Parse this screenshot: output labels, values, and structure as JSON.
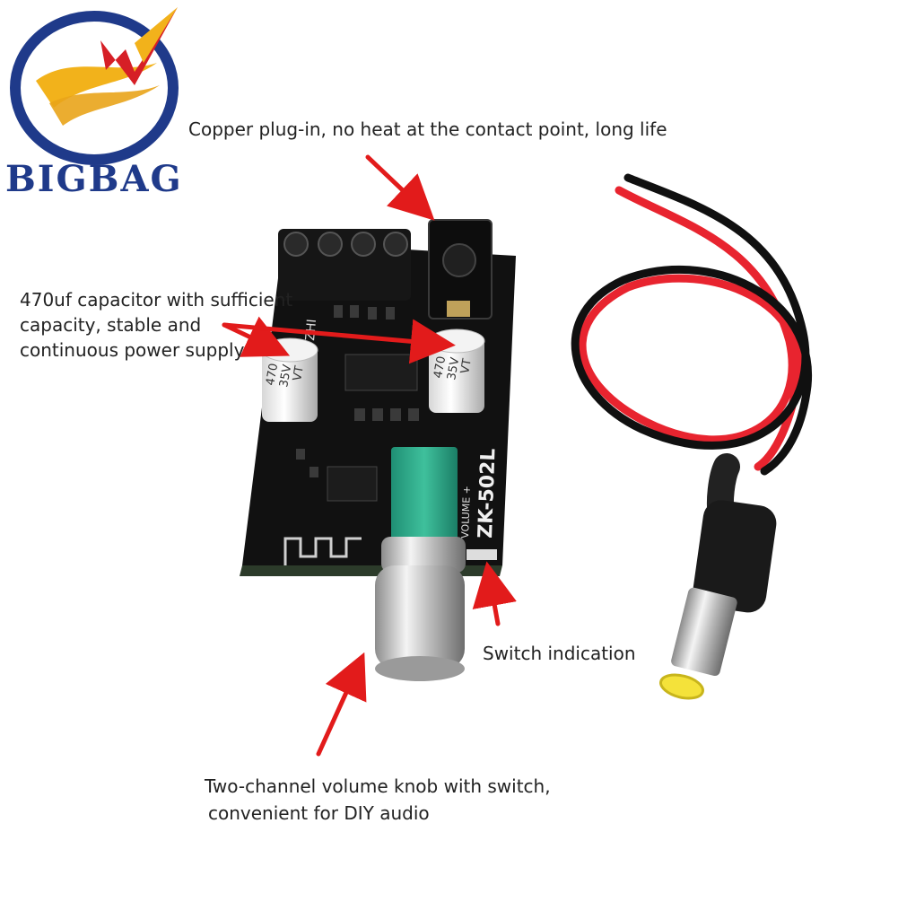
{
  "logo": {
    "text": "BIGBAG",
    "color": "#1f3a8a",
    "accent": "#d61f26",
    "wing": "#f2b21b"
  },
  "captions": {
    "copper": "Copper plug-in, no heat at the contact point, long life",
    "capacitor_1": "470uf capacitor with sufficient",
    "capacitor_2": "capacity, stable and",
    "capacitor_3": "continuous power supply",
    "switch": "Switch indication",
    "knob_1": "Two-channel volume knob with switch,",
    "knob_2": "convenient for DIY audio"
  },
  "board": {
    "model": "ZK-502L",
    "volume_label": "VOLUME +",
    "capacitor_value": "470",
    "capacitor_voltage": "35V",
    "capacitor_series": "VT",
    "brand_fragment": "ZHI"
  },
  "colors": {
    "arrow": "#e21b1b",
    "pcb": "#111111",
    "wire_red": "#e8242f",
    "wire_black": "#101010",
    "knob_green": "#2aa385"
  }
}
